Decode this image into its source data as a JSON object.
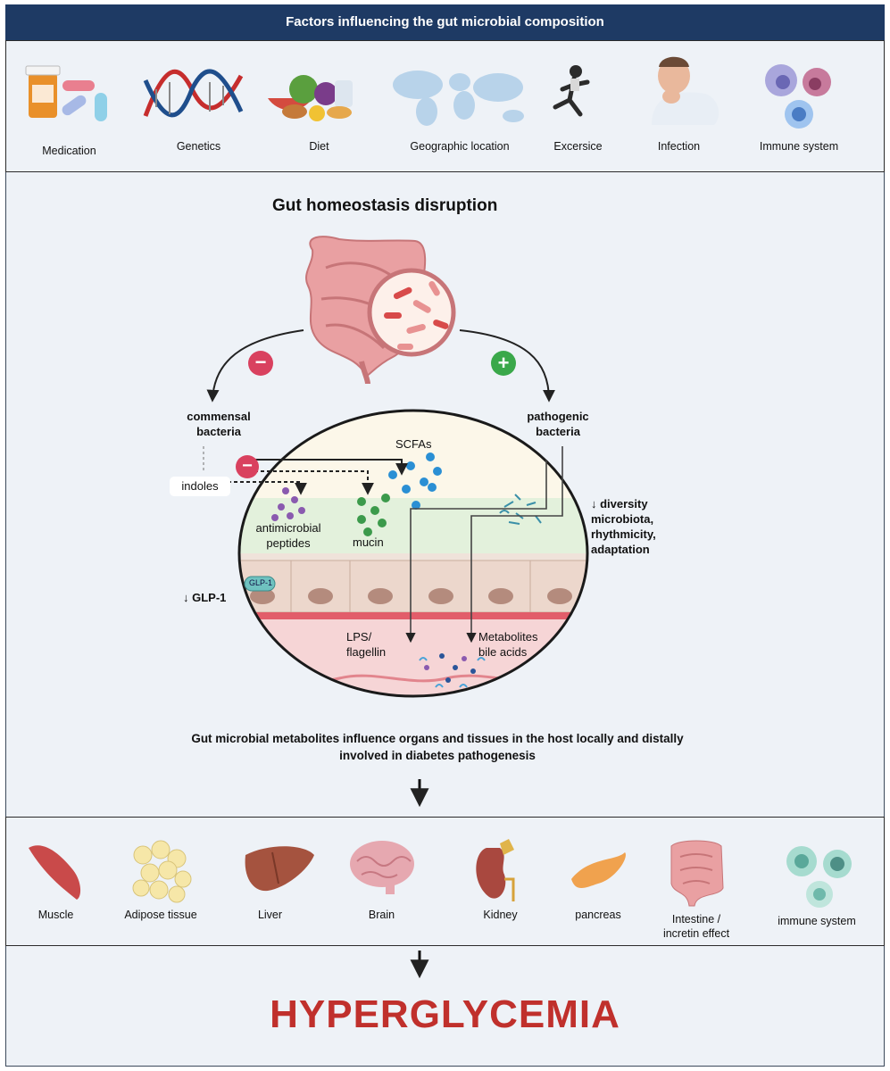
{
  "header": {
    "title": "Factors influencing the gut microbial composition"
  },
  "factors": [
    {
      "label": "Medication",
      "icon": "pill-bottle-icon"
    },
    {
      "label": "Genetics",
      "icon": "dna-icon"
    },
    {
      "label": "Diet",
      "icon": "food-icon"
    },
    {
      "label": "Geographic location",
      "icon": "world-map-icon"
    },
    {
      "label": "Excersice",
      "icon": "runner-icon"
    },
    {
      "label": "Infection",
      "icon": "sick-person-icon"
    },
    {
      "label": "Immune system",
      "icon": "immune-cells-icon"
    }
  ],
  "disruption": {
    "title": "Gut homeostasis disruption",
    "minus_sign": "−",
    "plus_sign": "+",
    "commensal": "commensal\nbacteria",
    "pathogenic": "pathogenic\nbacteria",
    "scfas": "SCFAs",
    "indoles": "indoles",
    "antimicrobial": "antimicrobial\npeptides",
    "mucin": "mucin",
    "glp1_small": "GLP-1",
    "glp1": "↓ GLP-1",
    "diversity": "↓ diversity\nmicrobiota,\nrhythmicity,\nadaptation",
    "lps": "LPS/\nflagellin",
    "metabolites": "Metabolites\nbile acids"
  },
  "statement": "Gut microbial metabolites influence  organs and tissues in the host locally and distally involved in diabetes pathogenesis",
  "organs": [
    {
      "label": "Muscle",
      "icon": "muscle-icon"
    },
    {
      "label": "Adipose tissue",
      "icon": "adipose-icon"
    },
    {
      "label": "Liver",
      "icon": "liver-icon"
    },
    {
      "label": "Brain",
      "icon": "brain-icon"
    },
    {
      "label": "Kidney",
      "icon": "kidney-icon"
    },
    {
      "label": "pancreas",
      "icon": "pancreas-icon"
    },
    {
      "label": "Intestine /\nincretin effect",
      "icon": "intestine-icon"
    },
    {
      "label": "immune system",
      "icon": "immune-cells-icon"
    }
  ],
  "outcome": "HYPERGLYCEMIA",
  "colors": {
    "banner": "#1e3a64",
    "outcome": "#c0302c",
    "minus": "#d9415f",
    "plus": "#3aa84a"
  }
}
